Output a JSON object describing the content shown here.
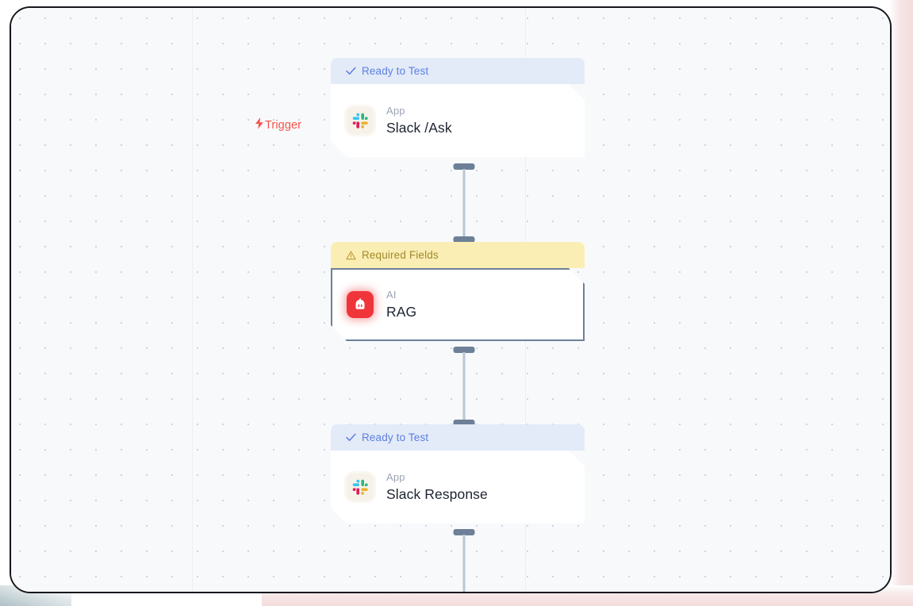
{
  "canvas": {
    "background_color": "#f8f9fb",
    "grid": "dot-grid",
    "grid_spacing": 32,
    "frame_border_color": "#16181d",
    "halo_right_color": "#f3dcdc",
    "halo_bottom_left_color": "#9fb5bd"
  },
  "trigger": {
    "label": "Trigger",
    "icon": "lightning-bolt-icon",
    "color": "#f4554a"
  },
  "status_colors": {
    "ready_bg": "#e3eaf8",
    "ready_text": "#5b7fe0",
    "warning_bg": "#fbeeb4",
    "warning_text": "#a08a2a",
    "connector": "#b9c6d6",
    "handle": "#6d8098",
    "selected_border": "#6d8098"
  },
  "nodes": [
    {
      "id": "slack-ask",
      "status": "Ready to Test",
      "status_type": "ready",
      "status_icon": "check-icon",
      "kicker": "App",
      "title": "Slack /Ask",
      "icon": "slack-icon",
      "selected": false
    },
    {
      "id": "rag",
      "status": "Required Fields",
      "status_type": "warning",
      "status_icon": "warning-triangle-icon",
      "kicker": "AI",
      "title": "RAG",
      "icon": "robot-icon",
      "selected": true
    },
    {
      "id": "slack-response",
      "status": "Ready to Test",
      "status_type": "ready",
      "status_icon": "check-icon",
      "kicker": "App",
      "title": "Slack Response",
      "icon": "slack-icon",
      "selected": false
    }
  ]
}
